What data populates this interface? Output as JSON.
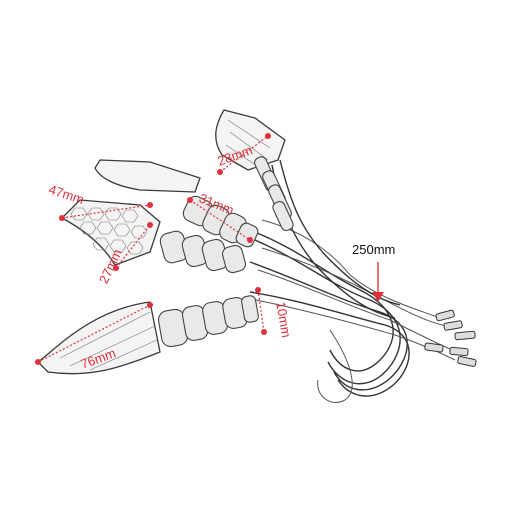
{
  "dimensions": {
    "d28": "28mm",
    "d31": "31mm",
    "d47": "47mm",
    "d27": "27mm",
    "d10": "10mm",
    "d76": "76mm",
    "cable_length": "250mm"
  },
  "colors": {
    "dimension": "#e0303a",
    "outline": "#3a3a3a"
  }
}
